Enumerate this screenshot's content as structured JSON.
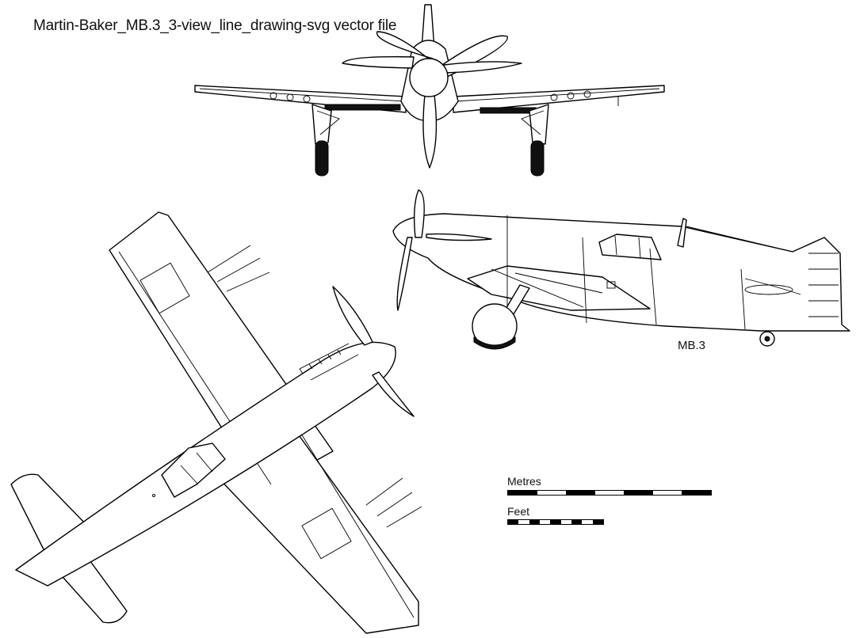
{
  "title": "Martin-Baker_MB.3_3-view_line_drawing-svg vector file",
  "aircraft_label": "MB.3",
  "scale": {
    "metres_label": "Metres",
    "feet_label": "Feet",
    "metres_segments": 7,
    "feet_segments": 9
  },
  "colors": {
    "line": "#000000",
    "background": "#ffffff"
  }
}
